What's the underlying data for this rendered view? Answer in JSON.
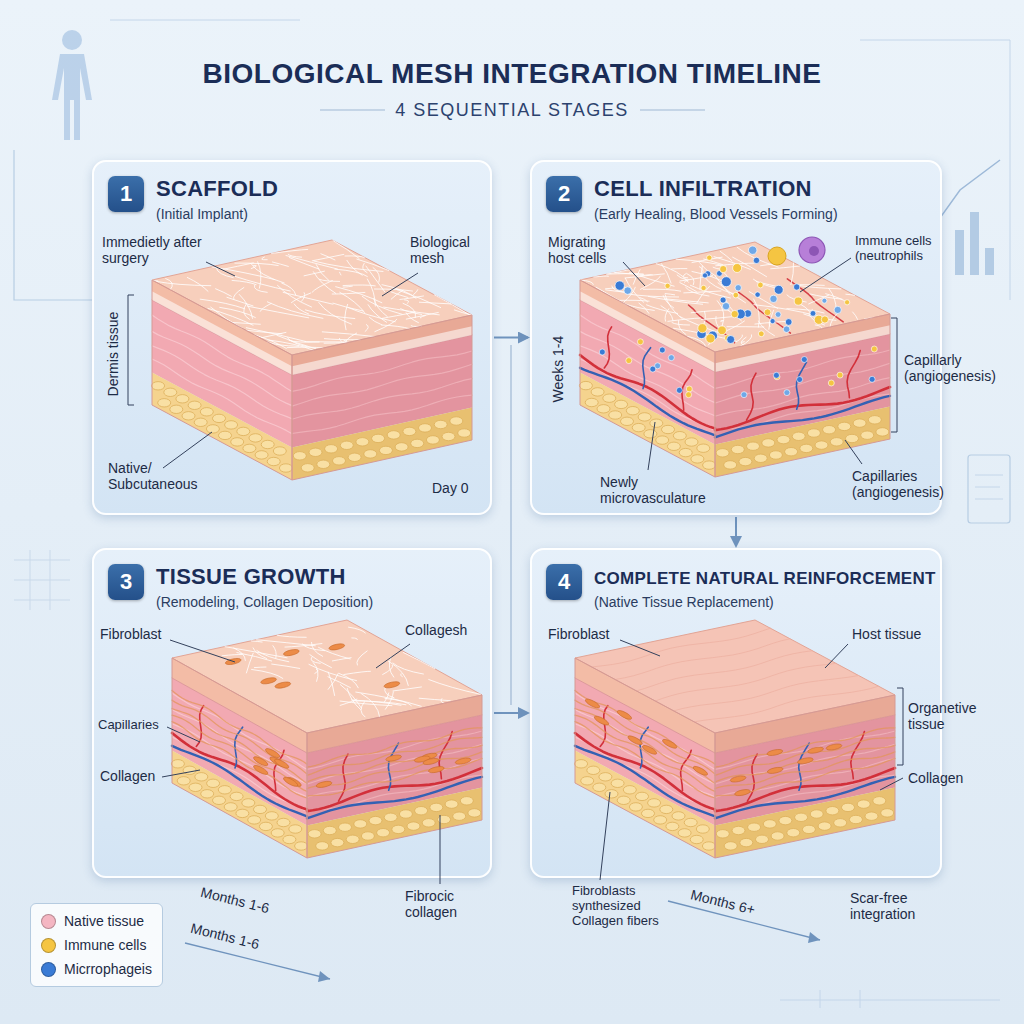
{
  "diagram": {
    "title": "BIOLOGICAL MESH INTEGRATION TIMELINE",
    "nodes": [
      {
        "text": [
          "SCAFFOLD",
          "(Initial Implant)"
        ]
      },
      {
        "text": [
          "1"
        ],
        "in": 0
      },
      {
        "text": [
          "CELL INFILTRATION",
          "(Early Healing, Blood Vessels Forming)"
        ]
      },
      {
        "text": [
          "2"
        ],
        "in": 2
      },
      {
        "text": [
          "TISSUE GROWTH",
          "(Remodeling, Collagen Deposition)"
        ]
      },
      {
        "text": [
          "3"
        ],
        "in": 4
      },
      {
        "text": [
          "COMPLETE NATURAL REINFORCEMENT",
          "(Native Tissue Replacement)"
        ]
      },
      {
        "text": [
          "4"
        ],
        "in": 6
      }
    ],
    "edges": [
      {
        "from": 0,
        "to": 2,
        "arrow": "to"
      },
      {
        "from": 2,
        "to": 6,
        "arrow": "to"
      },
      {
        "from": 4,
        "to": 6,
        "arrow": "to"
      }
    ],
    "labels": [
      "4 SEQUENTIAL STAGES",
      "Immedietly after surgery",
      "Biological mesh",
      "Dermis tissue",
      "Native/ Subcutaneous",
      "Day 0",
      "Migrating host cells",
      "Immune cells (neutrophils",
      "Capillarly (angiogenesis)",
      "Weeks 1-4",
      "Newly microvasculature",
      "Capillaries (angiogenesis)",
      "Fibroblast",
      "Collagesh",
      "Capillaries",
      "Collagen",
      "Months 1-6",
      "Months 1-6",
      "Fibrocic collagen",
      "Fibroblast",
      "Host tissue",
      "Organetive tissue",
      "Collagen",
      "Fibroblasts synthesized Collagen fibers",
      "Months 6+",
      "Scar-free integration"
    ],
    "legend": [
      {
        "text": "Native tissue",
        "color": "#f4b6c2"
      },
      {
        "text": "Immune cells",
        "color": "#f5c542"
      },
      {
        "text": "Micrrophageis",
        "color": "#3a7bd5"
      }
    ]
  }
}
